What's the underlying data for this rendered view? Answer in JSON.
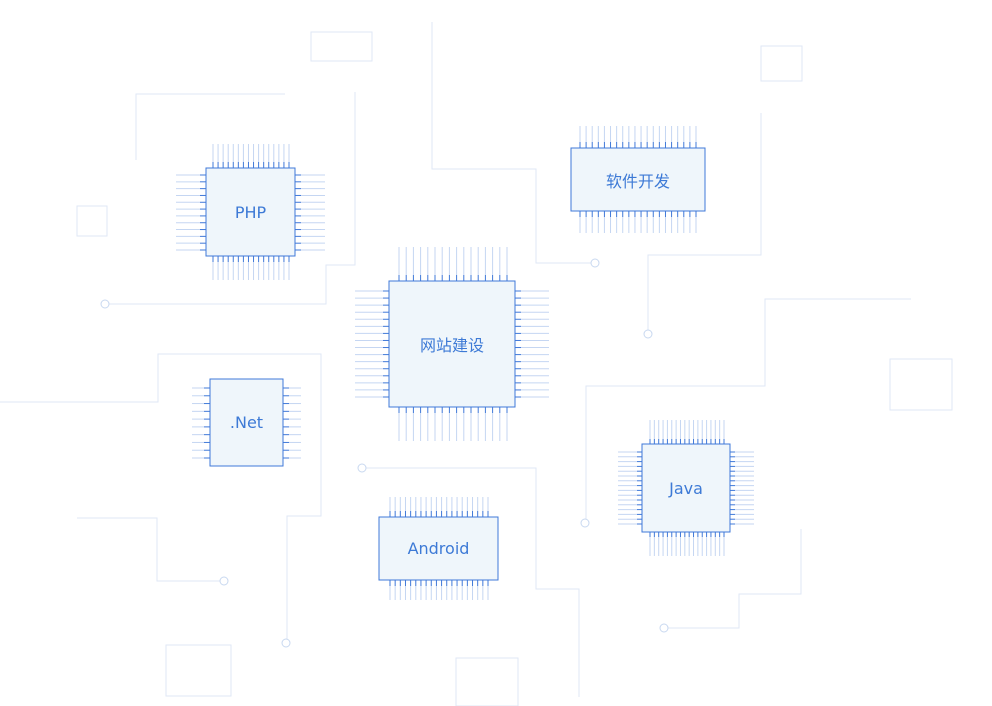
{
  "colors": {
    "trace": "#dfe7f6",
    "chip_border": "#3f78d8",
    "chip_fill": "#eff6fb",
    "pin": "#3f78d8",
    "label": "#3d7ad6"
  },
  "chips": [
    {
      "id": "php",
      "label": "PHP"
    },
    {
      "id": "software",
      "label": "软件开发"
    },
    {
      "id": "website",
      "label": "网站建设"
    },
    {
      "id": "net",
      "label": ".Net"
    },
    {
      "id": "java",
      "label": "Java"
    },
    {
      "id": "android",
      "label": "Android"
    }
  ]
}
